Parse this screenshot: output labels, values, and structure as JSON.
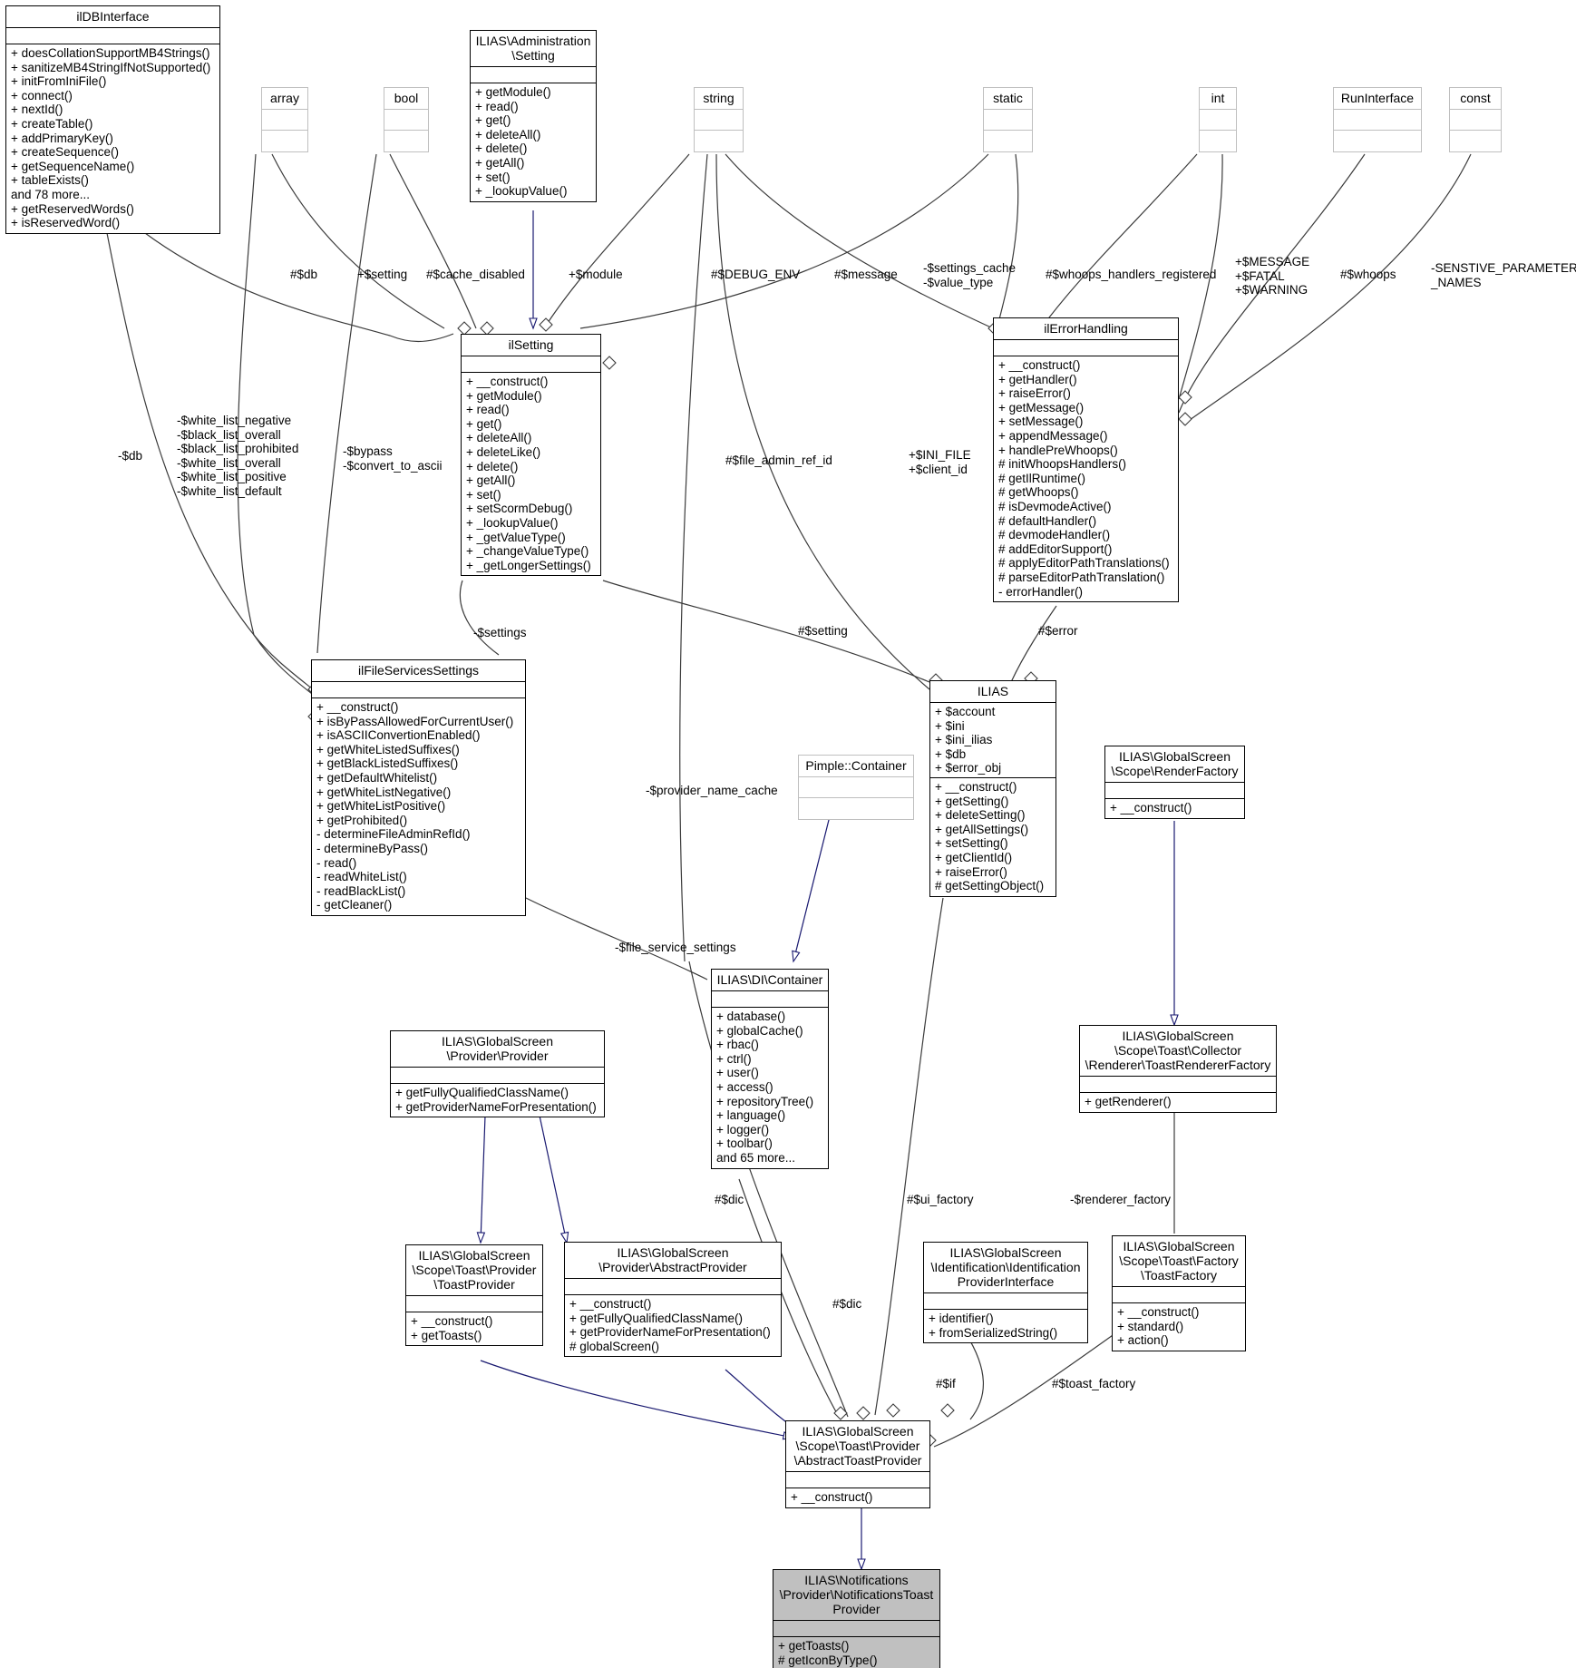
{
  "diagram": {
    "type": "uml-class-collaboration-diagram",
    "title": "ILIAS\\Notifications\\Provider\\NotificationsToastProvider collaboration",
    "edge_color": "#000000",
    "inherit_color": "#191970",
    "highlight_fill": "#c0c0c0"
  },
  "nodes": [
    {
      "id": "ilDBInterface",
      "title": "ilDBInterface",
      "attrs": [],
      "ops": [
        "+ doesCollationSupportMB4Strings()",
        "+ sanitizeMB4StringIfNotSupported()",
        "+ initFromIniFile()",
        "+ connect()",
        "+ nextId()",
        "+ createTable()",
        "+ addPrimaryKey()",
        "+ createSequence()",
        "+ getSequenceName()",
        "+ tableExists()",
        "and 78 more...",
        "+ getReservedWords()",
        "+ isReservedWord()"
      ]
    },
    {
      "id": "array",
      "title": "array",
      "attrs": [],
      "ops": []
    },
    {
      "id": "bool",
      "title": "bool",
      "attrs": [],
      "ops": []
    },
    {
      "id": "AdministrationSetting",
      "title": "ILIAS\\Administration\n\\Setting",
      "attrs": [],
      "ops": [
        "+ getModule()",
        "+ read()",
        "+ get()",
        "+ deleteAll()",
        "+ delete()",
        "+ getAll()",
        "+ set()",
        "+ _lookupValue()"
      ]
    },
    {
      "id": "string",
      "title": "string",
      "attrs": [],
      "ops": []
    },
    {
      "id": "static",
      "title": "static",
      "attrs": [],
      "ops": []
    },
    {
      "id": "int",
      "title": "int",
      "attrs": [],
      "ops": []
    },
    {
      "id": "RunInterface",
      "title": "RunInterface",
      "attrs": [],
      "ops": []
    },
    {
      "id": "const",
      "title": "const",
      "attrs": [],
      "ops": []
    },
    {
      "id": "ilSetting",
      "title": "ilSetting",
      "attrs": [],
      "ops": [
        "+ __construct()",
        "+ getModule()",
        "+ read()",
        "+ get()",
        "+ deleteAll()",
        "+ deleteLike()",
        "+ delete()",
        "+ getAll()",
        "+ set()",
        "+ setScormDebug()",
        "+ _lookupValue()",
        "+ _getValueType()",
        "+ _changeValueType()",
        "+ _getLongerSettings()"
      ]
    },
    {
      "id": "ilErrorHandling",
      "title": "ilErrorHandling",
      "attrs": [],
      "ops": [
        "+ __construct()",
        "+ getHandler()",
        "+ raiseError()",
        "+ getMessage()",
        "+ setMessage()",
        "+ appendMessage()",
        "+ handlePreWhoops()",
        "# initWhoopsHandlers()",
        "# getIlRuntime()",
        "# getWhoops()",
        "# isDevmodeActive()",
        "# defaultHandler()",
        "# devmodeHandler()",
        "# addEditorSupport()",
        "# applyEditorPathTranslations()",
        "# parseEditorPathTranslation()",
        "- errorHandler()"
      ]
    },
    {
      "id": "ilFileServicesSettings",
      "title": "ilFileServicesSettings",
      "attrs": [],
      "ops": [
        "+ __construct()",
        "+ isByPassAllowedForCurrentUser()",
        "+ isASCIIConvertionEnabled()",
        "+ getWhiteListedSuffixes()",
        "+ getBlackListedSuffixes()",
        "+ getDefaultWhitelist()",
        "+ getWhiteListNegative()",
        "+ getWhiteListPositive()",
        "+ getProhibited()",
        "- determineFileAdminRefId()",
        "- determineByPass()",
        "- read()",
        "- readWhiteList()",
        "- readBlackList()",
        "- getCleaner()"
      ]
    },
    {
      "id": "PimpleContainer",
      "title": "Pimple::Container",
      "attrs": [],
      "ops": []
    },
    {
      "id": "ILIAS",
      "title": "ILIAS",
      "attrs": [
        "+ $account",
        "+ $ini",
        "+ $ini_ilias",
        "+ $db",
        "+ $error_obj"
      ],
      "ops": [
        "+ __construct()",
        "+ getSetting()",
        "+ deleteSetting()",
        "+ getAllSettings()",
        "+ setSetting()",
        "+ getClientId()",
        "+ raiseError()",
        "# getSettingObject()"
      ]
    },
    {
      "id": "RenderFactory",
      "title": "ILIAS\\GlobalScreen\n\\Scope\\RenderFactory",
      "attrs": [],
      "ops": [
        "+ __construct()"
      ]
    },
    {
      "id": "ToastRendererFactory",
      "title": "ILIAS\\GlobalScreen\n\\Scope\\Toast\\Collector\n\\Renderer\\ToastRendererFactory",
      "attrs": [],
      "ops": [
        "+ getRenderer()"
      ]
    },
    {
      "id": "DIContainer",
      "title": "ILIAS\\DI\\Container",
      "attrs": [],
      "ops": [
        "+ database()",
        "+ globalCache()",
        "+ rbac()",
        "+ ctrl()",
        "+ user()",
        "+ access()",
        "+ repositoryTree()",
        "+ language()",
        "+ logger()",
        "+ toolbar()",
        "and 65 more..."
      ]
    },
    {
      "id": "ProviderProvider",
      "title": "ILIAS\\GlobalScreen\n\\Provider\\Provider",
      "attrs": [],
      "ops": [
        "+ getFullyQualifiedClassName()",
        "+ getProviderNameForPresentation()"
      ]
    },
    {
      "id": "ToastProvider",
      "title": "ILIAS\\GlobalScreen\n\\Scope\\Toast\\Provider\n\\ToastProvider",
      "attrs": [],
      "ops": [
        "+ __construct()",
        "+ getToasts()"
      ]
    },
    {
      "id": "AbstractProvider",
      "title": "ILIAS\\GlobalScreen\n\\Provider\\AbstractProvider",
      "attrs": [],
      "ops": [
        "+ __construct()",
        "+ getFullyQualifiedClassName()",
        "+ getProviderNameForPresentation()",
        "# globalScreen()"
      ]
    },
    {
      "id": "IdentificationProviderInterface",
      "title": "ILIAS\\GlobalScreen\n\\Identification\\Identification\nProviderInterface",
      "attrs": [],
      "ops": [
        "+ identifier()",
        "+ fromSerializedString()"
      ]
    },
    {
      "id": "ToastFactory",
      "title": "ILIAS\\GlobalScreen\n\\Scope\\Toast\\Factory\n\\ToastFactory",
      "attrs": [],
      "ops": [
        "+ __construct()",
        "+ standard()",
        "+ action()"
      ]
    },
    {
      "id": "AbstractToastProvider",
      "title": "ILIAS\\GlobalScreen\n\\Scope\\Toast\\Provider\n\\AbstractToastProvider",
      "attrs": [],
      "ops": [
        "+ __construct()"
      ]
    },
    {
      "id": "NotificationsToastProvider",
      "title": "ILIAS\\Notifications\n\\Provider\\NotificationsToast\nProvider",
      "attrs": [],
      "ops": [
        "+ getToasts()",
        "# getIconByType()"
      ],
      "highlighted": true
    }
  ],
  "edge_labels": [
    {
      "id": "db2",
      "text": "-$db"
    },
    {
      "id": "white_lists",
      "text": "-$white_list_negative\n-$black_list_overall\n-$black_list_prohibited\n-$white_list_overall\n-$white_list_positive\n-$white_list_default"
    },
    {
      "id": "db",
      "text": "#$db"
    },
    {
      "id": "setting_pub",
      "text": "+$setting"
    },
    {
      "id": "cache_dis",
      "text": "#$cache_disabled"
    },
    {
      "id": "bypass",
      "text": "-$bypass\n-$convert_to_ascii"
    },
    {
      "id": "module",
      "text": "+$module"
    },
    {
      "id": "debug_env",
      "text": "#$DEBUG_ENV"
    },
    {
      "id": "message",
      "text": "#$message"
    },
    {
      "id": "settings_cache",
      "text": "-$settings_cache\n-$value_type"
    },
    {
      "id": "whoops_reg",
      "text": "#$whoops_handlers_registered"
    },
    {
      "id": "message_consts",
      "text": "+$MESSAGE\n+$FATAL\n+$WARNING"
    },
    {
      "id": "whoops",
      "text": "#$whoops"
    },
    {
      "id": "sensitive",
      "text": "-SENSTIVE_PARAMETER\n_NAMES"
    },
    {
      "id": "file_admin_ref",
      "text": "#$file_admin_ref_id"
    },
    {
      "id": "ini_file",
      "text": "+$INI_FILE\n+$client_id"
    },
    {
      "id": "settings",
      "text": "-$settings"
    },
    {
      "id": "setting_prot",
      "text": "#$setting"
    },
    {
      "id": "error",
      "text": "#$error"
    },
    {
      "id": "provider_name_cache",
      "text": "-$provider_name_cache"
    },
    {
      "id": "file_service_settings",
      "text": "-$file_service_settings"
    },
    {
      "id": "dic1",
      "text": "#$dic"
    },
    {
      "id": "ui_factory",
      "text": "#$ui_factory"
    },
    {
      "id": "renderer_factory",
      "text": "-$renderer_factory"
    },
    {
      "id": "dic2",
      "text": "#$dic"
    },
    {
      "id": "if",
      "text": "#$if"
    },
    {
      "id": "toast_factory",
      "text": "#$toast_factory"
    }
  ]
}
